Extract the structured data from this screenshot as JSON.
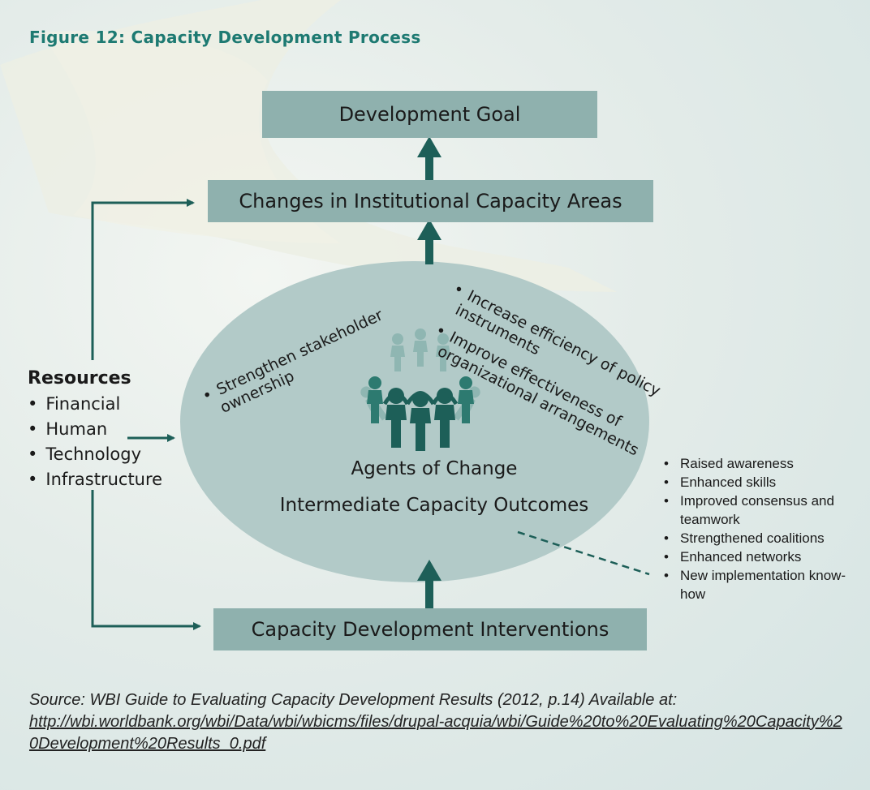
{
  "figure_title": "Figure 12: Capacity Development Process",
  "development_goal": "Development Goal",
  "institutional_changes": "Changes in Institutional Capacity Areas",
  "interventions": "Capacity Development Interventions",
  "ellipse": {
    "agents": "Agents of Change",
    "outcomes": "Intermediate Capacity Outcomes",
    "strengthen": [
      "Strengthen stakeholder",
      "ownership"
    ],
    "increase": [
      "Increase efficiency of policy",
      "instruments"
    ],
    "improve": [
      "Improve effectiveness of",
      "organizational arrangements"
    ]
  },
  "resources": {
    "heading": "Resources",
    "items": [
      "Financial",
      "Human",
      "Technology",
      "Infrastructure"
    ]
  },
  "outcome_list": [
    "Raised awareness",
    "Enhanced skills",
    "Improved consensus and teamwork",
    "Strengthened coalitions",
    "Enhanced networks",
    "New implementation know-how"
  ],
  "source": {
    "text": "Source: WBI Guide to Evaluating Capacity Development Results (2012, p.14) Available at:",
    "url": "http://wbi.worldbank.org/wbi/Data/wbi/wbicms/files/drupal-acquia/wbi/Guide%20to%20Evaluating%20Capacity%20Development%20Results_0.pdf"
  },
  "colors": {
    "box": "#8fb1ae",
    "ellipse": "#b2cac8",
    "arrow": "#1d5f58",
    "title": "#1e7a72"
  }
}
